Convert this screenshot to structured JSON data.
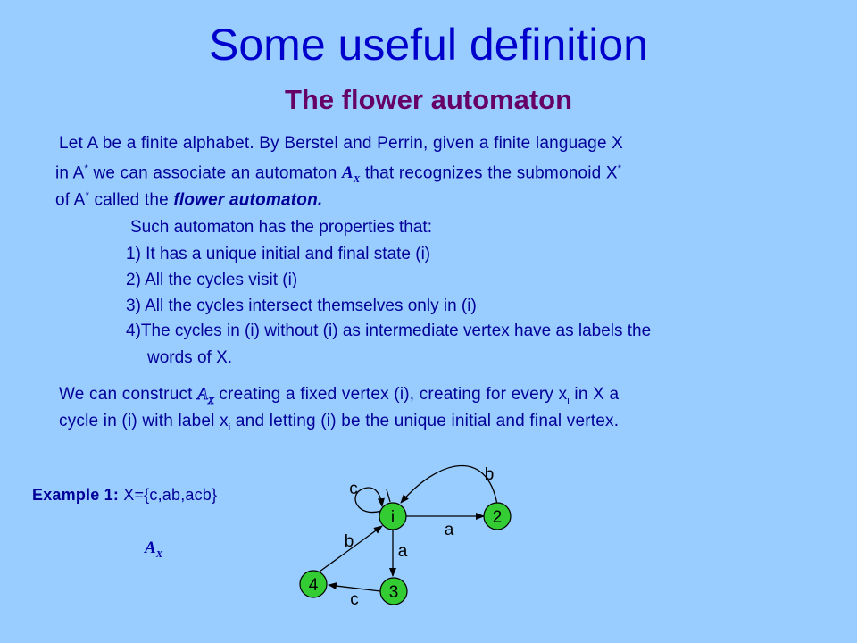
{
  "title": "Some useful definition",
  "subtitle": "The flower automaton",
  "intro": {
    "line1": "Let A be a finite alphabet. By Berstel and Perrin, given a finite language X",
    "line2_a": "in A",
    "star": "*",
    "line2_b": " we can associate an automaton ",
    "ax_letter": "A",
    "ax_sub": "X",
    "line2_c": " that recognizes the submonoid X",
    "line3_a": "of A",
    "line3_b": " called the ",
    "flower": "flower automaton."
  },
  "properties": {
    "heading": "Such automaton has the properties that:",
    "items": [
      "1) It has a unique initial and final state (i)",
      "2) All the cycles visit (i)",
      "3) All the cycles intersect themselves only in (i)",
      "4)The cycles in (i) without (i) as intermediate vertex have as labels the"
    ],
    "item4_cont": "words of X."
  },
  "construct": {
    "l1_a": "We can construct ",
    "l1_b": " creating a fixed vertex (i), creating for every x",
    "sub_i": "i",
    "l1_c": " in X a",
    "l2_a": "cycle in (i) with label x",
    "l2_b": " and letting (i) be the unique initial and final vertex."
  },
  "example": {
    "label": "Example 1:",
    "value": " X={c,ab,acb}"
  },
  "graph": {
    "nodes": [
      "i",
      "2",
      "3",
      "4"
    ],
    "edge_labels": {
      "loop_c": "c",
      "i_to_2": "a",
      "2_to_i": "b",
      "i_to_3": "a",
      "3_to_4": "c",
      "4_to_i": "b"
    },
    "node_fill": "#33cc33"
  }
}
